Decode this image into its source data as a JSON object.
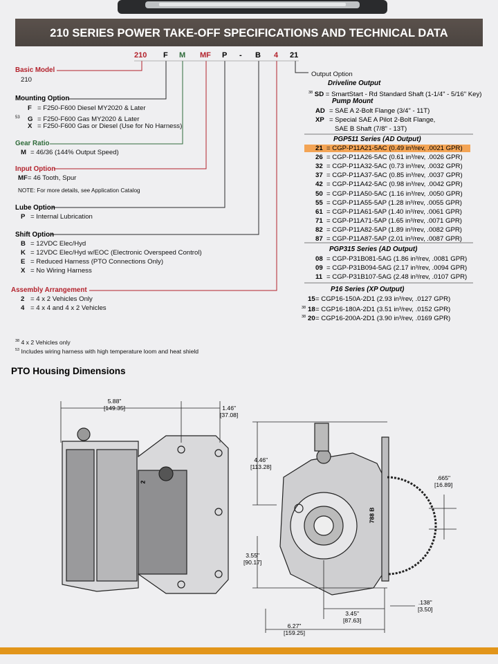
{
  "header": {
    "title": "210 SERIES POWER TAKE-OFF SPECIFICATIONS AND TECHNICAL DATA"
  },
  "model_code": {
    "parts": [
      "210",
      "F",
      "M",
      "MF",
      "P",
      "-",
      "B",
      "4",
      "21"
    ]
  },
  "sections": {
    "basic_model": {
      "title": "Basic Model",
      "value": "210"
    },
    "mounting_option": {
      "title": "Mounting Option",
      "items": [
        {
          "sup": "",
          "code": "F",
          "text": "= F250-F600 Diesel MY2020 & Later"
        },
        {
          "sup": "53",
          "code": "G",
          "text": "= F250-F600 Gas MY2020 & Later"
        },
        {
          "sup": "",
          "code": "X",
          "text": "= F250-F600 Gas or Diesel (Use for No Harness)"
        }
      ]
    },
    "gear_ratio": {
      "title": "Gear Ratio",
      "items": [
        {
          "code": "M",
          "text": "= 46/36 (144% Output Speed)"
        }
      ]
    },
    "input_option": {
      "title": "Input Option",
      "items": [
        {
          "code": "MF",
          "text": "= 46 Tooth, Spur"
        }
      ],
      "note": "NOTE: For more details, see Application Catalog"
    },
    "lube_option": {
      "title": "Lube Option",
      "items": [
        {
          "code": "P",
          "text": "= Internal Lubrication"
        }
      ]
    },
    "shift_option": {
      "title": "Shift Option",
      "items": [
        {
          "code": "B",
          "text": "= 12VDC Elec/Hyd"
        },
        {
          "code": "K",
          "text": "= 12VDC Elec/Hyd w/EOC (Electronic Overspeed Control)"
        },
        {
          "code": "E",
          "text": "= Reduced Harness (PTO Connections Only)"
        },
        {
          "code": "X",
          "text": "= No Wiring Harness"
        }
      ]
    },
    "assembly_arrangement": {
      "title": "Assembly Arrangement",
      "items": [
        {
          "code": "2",
          "text": "= 4 x 2 Vehicles Only"
        },
        {
          "code": "4",
          "text": "= 4 x 4 and 4 x 2 Vehicles"
        }
      ]
    }
  },
  "footnotes": [
    {
      "sup": "38",
      "text": "4 x 2 Vehicles only"
    },
    {
      "sup": "53",
      "text": "Includes wiring harness with high temperature loom and heat shield"
    }
  ],
  "output_option": {
    "title": "Output Option",
    "driveline_title": "Driveline Output",
    "driveline": [
      {
        "sup": "38",
        "code": "SD",
        "text": "= SmartStart - Rd Standard Shaft (1-1/4\" - 5/16\" Key)"
      }
    ],
    "pump_mount_title": "Pump Mount",
    "pump_mount": [
      {
        "code": "AD",
        "text": "= SAE A 2-Bolt Flange (3/4\" - 11T)"
      },
      {
        "code": "XP",
        "text": "= Special SAE A Pilot 2-Bolt Flange,"
      },
      {
        "code": "",
        "text": "SAE B Shaft (7/8\" - 13T)"
      }
    ],
    "pgp511_title": "PGP511 Series (AD Output)",
    "pgp511": [
      {
        "code": "21",
        "text": "= CGP-P11A21-5AC (0.49 in³/rev, .0021 GPR)"
      },
      {
        "code": "26",
        "text": "= CGP-P11A26-5AC (0.61 in³/rev, .0026 GPR)"
      },
      {
        "code": "32",
        "text": "= CGP-P11A32-5AC (0.73 in³/rev, .0032 GPR)"
      },
      {
        "code": "37",
        "text": "= CGP-P11A37-5AC (0.85 in³/rev, .0037 GPR)"
      },
      {
        "code": "42",
        "text": "= CGP-P11A42-5AC (0.98 in³/rev, .0042 GPR)"
      },
      {
        "code": "50",
        "text": "= CGP-P11A50-5AC (1.16 in³/rev, .0050 GPR)"
      },
      {
        "code": "55",
        "text": "= CGP-P11A55-5AP (1.28 in³/rev, .0055 GPR)"
      },
      {
        "code": "61",
        "text": "= CGP-P11A61-5AP (1.40 in³/rev, .0061 GPR)"
      },
      {
        "code": "71",
        "text": "= CGP-P11A71-5AP (1.65 in³/rev, .0071 GPR)"
      },
      {
        "code": "82",
        "text": "= CGP-P11A82-5AP (1.89 in³/rev, .0082 GPR)"
      },
      {
        "code": "87",
        "text": "= CGP-P11A87-5AP (2.01 in³/rev, .0087 GPR)"
      }
    ],
    "pgp315_title": "PGP315 Series (AD Output)",
    "pgp315": [
      {
        "code": "08",
        "text": "= CGP-P31B081-5AG (1.86 in³/rev, .0081 GPR)"
      },
      {
        "code": "09",
        "text": "= CGP-P31B094-5AG (2.17 in³/rev, .0094 GPR)"
      },
      {
        "code": "11",
        "text": "= CGP-P31B107-5AG (2.48 in³/rev, .0107 GPR)"
      }
    ],
    "p16_title": "P16 Series (XP Output)",
    "p16": [
      {
        "sup": "",
        "code": "15",
        "text": "= CGP16-150A-2D1 (2.93 in³/rev, .0127 GPR)"
      },
      {
        "sup": "38",
        "code": "18",
        "text": "= CGP16-180A-2D1 (3.51 in³/rev, .0152 GPR)"
      },
      {
        "sup": "38",
        "code": "20",
        "text": "= CGP16-200A-2D1 (3.90 in³/rev, .0169 GPR)"
      }
    ]
  },
  "dimensions": {
    "title": "PTO Housing Dimensions",
    "labels": {
      "width": "5.88\"",
      "width_mm": "[149.35]",
      "offset": "1.46\"",
      "offset_mm": "[37.08]",
      "height": "4.46\"",
      "height_mm": "[113.28]",
      "lower": "3.55\"",
      "lower_mm": "[90.17]",
      "gear": ".665\"",
      "gear_mm": "[16.89]",
      "small": ".138\"",
      "small_mm": "[3.50]",
      "mid": "3.45\"",
      "mid_mm": "[87.63]",
      "base": "6.27\"",
      "base_mm": "[159.25]"
    },
    "cast_mark": "788 B",
    "cast_mark_left": "2"
  },
  "colors": {
    "highlight": "#f3a455",
    "accent_red": "#b3222c",
    "accent_green": "#2f6b3a",
    "banner": "#4e4743",
    "bottom_bar": "#e2951a"
  }
}
